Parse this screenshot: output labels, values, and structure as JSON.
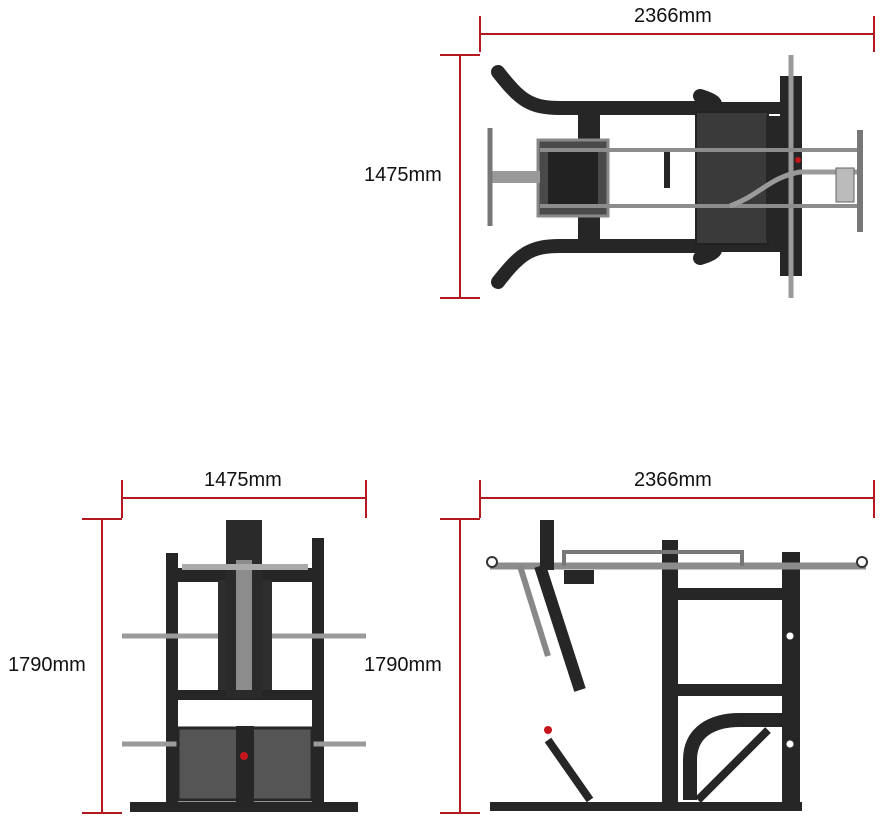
{
  "dimensions": {
    "top_width": "2366mm",
    "top_depth": "1475mm",
    "front_width": "1475mm",
    "front_height": "1790mm",
    "side_height": "1790mm",
    "side_width": "2366mm"
  },
  "colors": {
    "dimension_line": "#b3191e",
    "frame": "#262626",
    "steel": "#8c8c8c",
    "plate": "#3a3a3a",
    "accent": "#c4161c"
  }
}
